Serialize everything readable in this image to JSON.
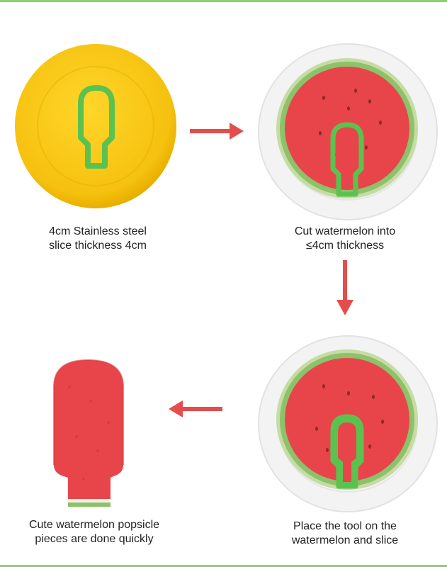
{
  "steps": [
    {
      "line1": "4cm  Stainless steel",
      "line2": "slice thickness 4cm"
    },
    {
      "line1": "Cut watermelon into",
      "line2": "≤4cm thickness"
    },
    {
      "line1": "Place the tool on the",
      "line2": "watermelon and slice"
    },
    {
      "line1": "Cute watermelon popsicle",
      "line2": "pieces are done quickly"
    }
  ],
  "colors": {
    "frame": "#8bd36a",
    "arrow": "#e54d4d",
    "yellow_plate": "#f7c718",
    "cutter_green": "#5cc24f",
    "watermelon_flesh": "#e8454b",
    "watermelon_rind": "#7ebd5c",
    "white_plate": "#f4f4f4"
  },
  "icons": [
    "yellow-plate-with-cutter",
    "watermelon-slice-on-plate",
    "watermelon-with-cutter-on-plate",
    "watermelon-popsicle-piece",
    "right-arrow-icon",
    "down-arrow-icon",
    "left-arrow-icon"
  ]
}
